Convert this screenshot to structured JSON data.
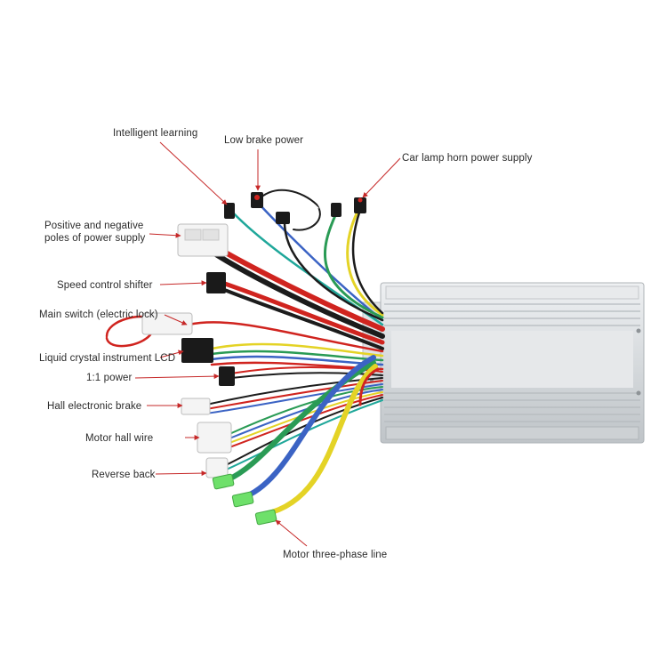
{
  "colors": {
    "arrow": "#c62828",
    "red_wire": "#d0241f",
    "black_wire": "#1c1c1c",
    "yellow_wire": "#e4d326",
    "green_wire": "#2a9b55",
    "blue_wire": "#3b63c4",
    "teal_wire": "#1fa79a",
    "housing": "#d9dde1",
    "connector_white": "#f2f2f2",
    "connector_black": "#1a1a1a",
    "terminal_green": "#6ee06a"
  },
  "labels": {
    "intelligent_learning": "Intelligent learning",
    "low_brake_power": "Low brake power",
    "car_lamp_horn": "Car lamp horn power supply",
    "power_supply_poles": "Positive and negative poles of power supply",
    "speed_control_shifter": "Speed control shifter",
    "main_switch": "Main switch (electric lock)",
    "lcd_instrument": "Liquid crystal instrument LCD",
    "one_to_one_power": "1:1 power",
    "hall_electronic_brake": "Hall electronic brake",
    "motor_hall_wire": "Motor hall wire",
    "reverse_back": "Reverse back",
    "motor_three_phase": "Motor three-phase line"
  }
}
